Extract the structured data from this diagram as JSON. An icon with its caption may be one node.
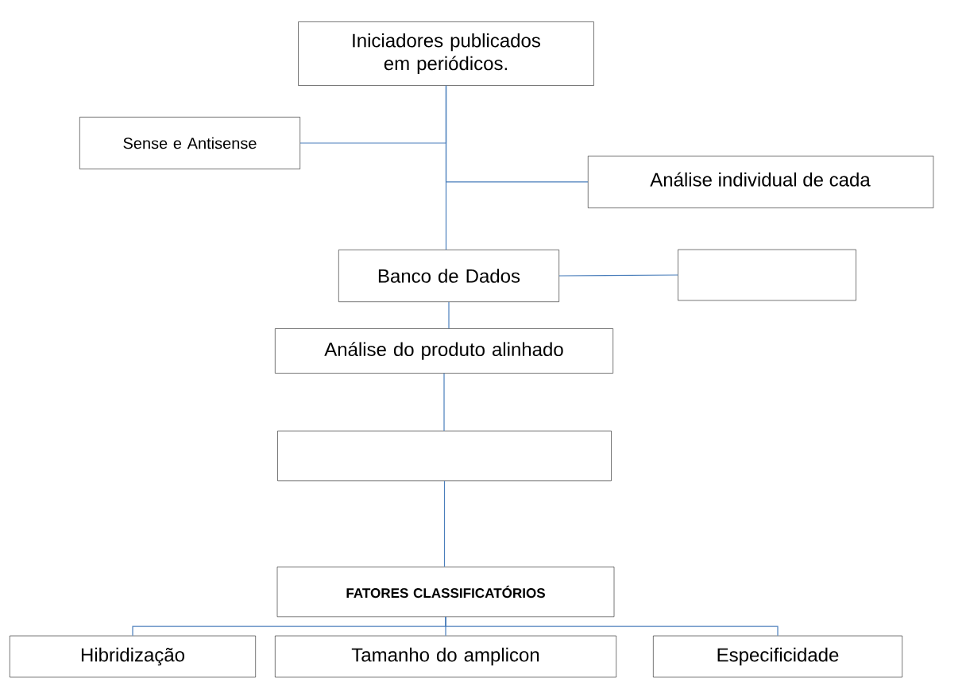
{
  "diagram": {
    "nodes": [
      {
        "text": [
          "Iniciadores publicados em periódicos."
        ]
      },
      {
        "text": [
          "Sense e Antisense"
        ]
      },
      {
        "text": [
          "Análise individual de cada"
        ]
      },
      {
        "text": [
          "Banco de Dados"
        ]
      },
      {
        "text": [],
        "shape": "box"
      },
      {
        "text": [
          "Análise do produto alinhado"
        ]
      },
      {
        "text": [],
        "shape": "box"
      },
      {
        "text": [
          "FATORES CLASSIFICATÓRIOS"
        ]
      },
      {
        "text": [
          "Hibridização"
        ]
      },
      {
        "text": [
          "Tamanho do amplicon"
        ]
      },
      {
        "text": [
          "Especificidade"
        ]
      }
    ],
    "edges": [
      {
        "from": 0,
        "to": 1,
        "arrow": "none"
      },
      {
        "from": 0,
        "to": 2,
        "arrow": "none"
      },
      {
        "from": 0,
        "to": 3,
        "arrow": "none"
      },
      {
        "from": 3,
        "to": 4,
        "arrow": "none"
      },
      {
        "from": 3,
        "to": 5,
        "arrow": "none"
      },
      {
        "from": 5,
        "to": 6,
        "arrow": "none"
      },
      {
        "from": 6,
        "to": 7,
        "arrow": "none"
      },
      {
        "from": 7,
        "to": 8,
        "arrow": "none"
      },
      {
        "from": 7,
        "to": 9,
        "arrow": "none"
      },
      {
        "from": 7,
        "to": 10,
        "arrow": "none"
      }
    ]
  }
}
